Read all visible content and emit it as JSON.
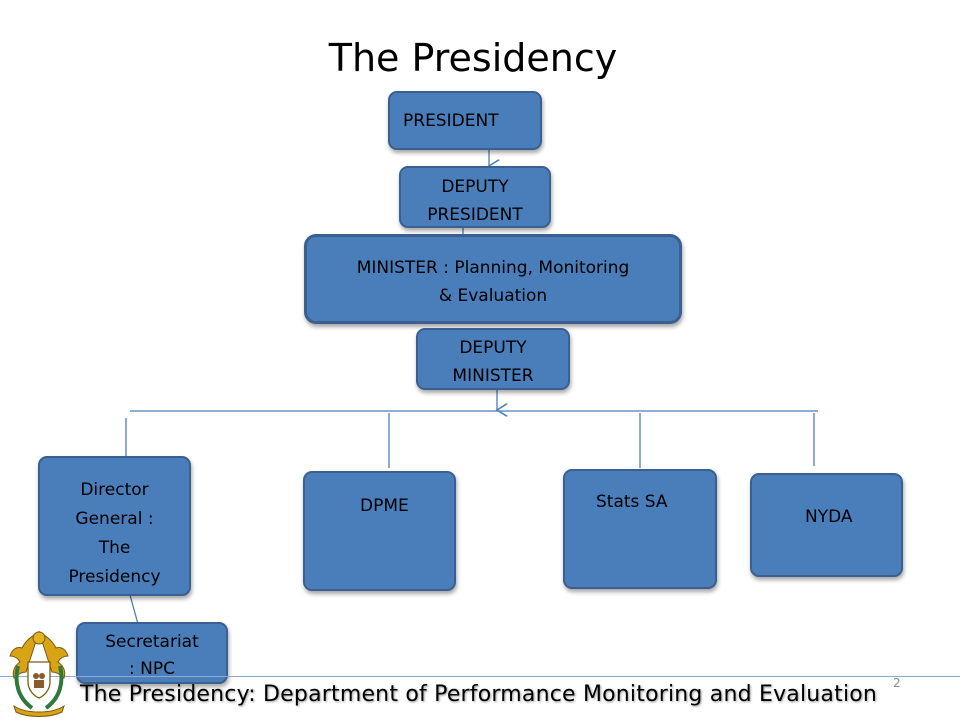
{
  "title": "The Presidency",
  "nodes": {
    "president": "PRESIDENT",
    "deputy_president": [
      "DEPUTY",
      "PRESIDENT"
    ],
    "minister": [
      "MINISTER : Planning, Monitoring",
      "& Evaluation"
    ],
    "deputy_minister": [
      "DEPUTY",
      "MINISTER"
    ],
    "director_general": [
      "Director",
      "General :",
      "The",
      "Presidency"
    ],
    "dpme": "DPME",
    "stats_sa": "Stats SA",
    "nyda": "NYDA",
    "secretariat": [
      "Secretariat",
      ": NPC"
    ]
  },
  "footer": {
    "text": "The Presidency: Department of Performance Monitoring and Evaluation",
    "page_number": "2"
  },
  "colors": {
    "box_fill": "#4a7ebb",
    "box_border": "#3b5f8f",
    "connector": "#4a7ebb"
  },
  "icons": {
    "crest": "coat-of-arms-icon"
  }
}
